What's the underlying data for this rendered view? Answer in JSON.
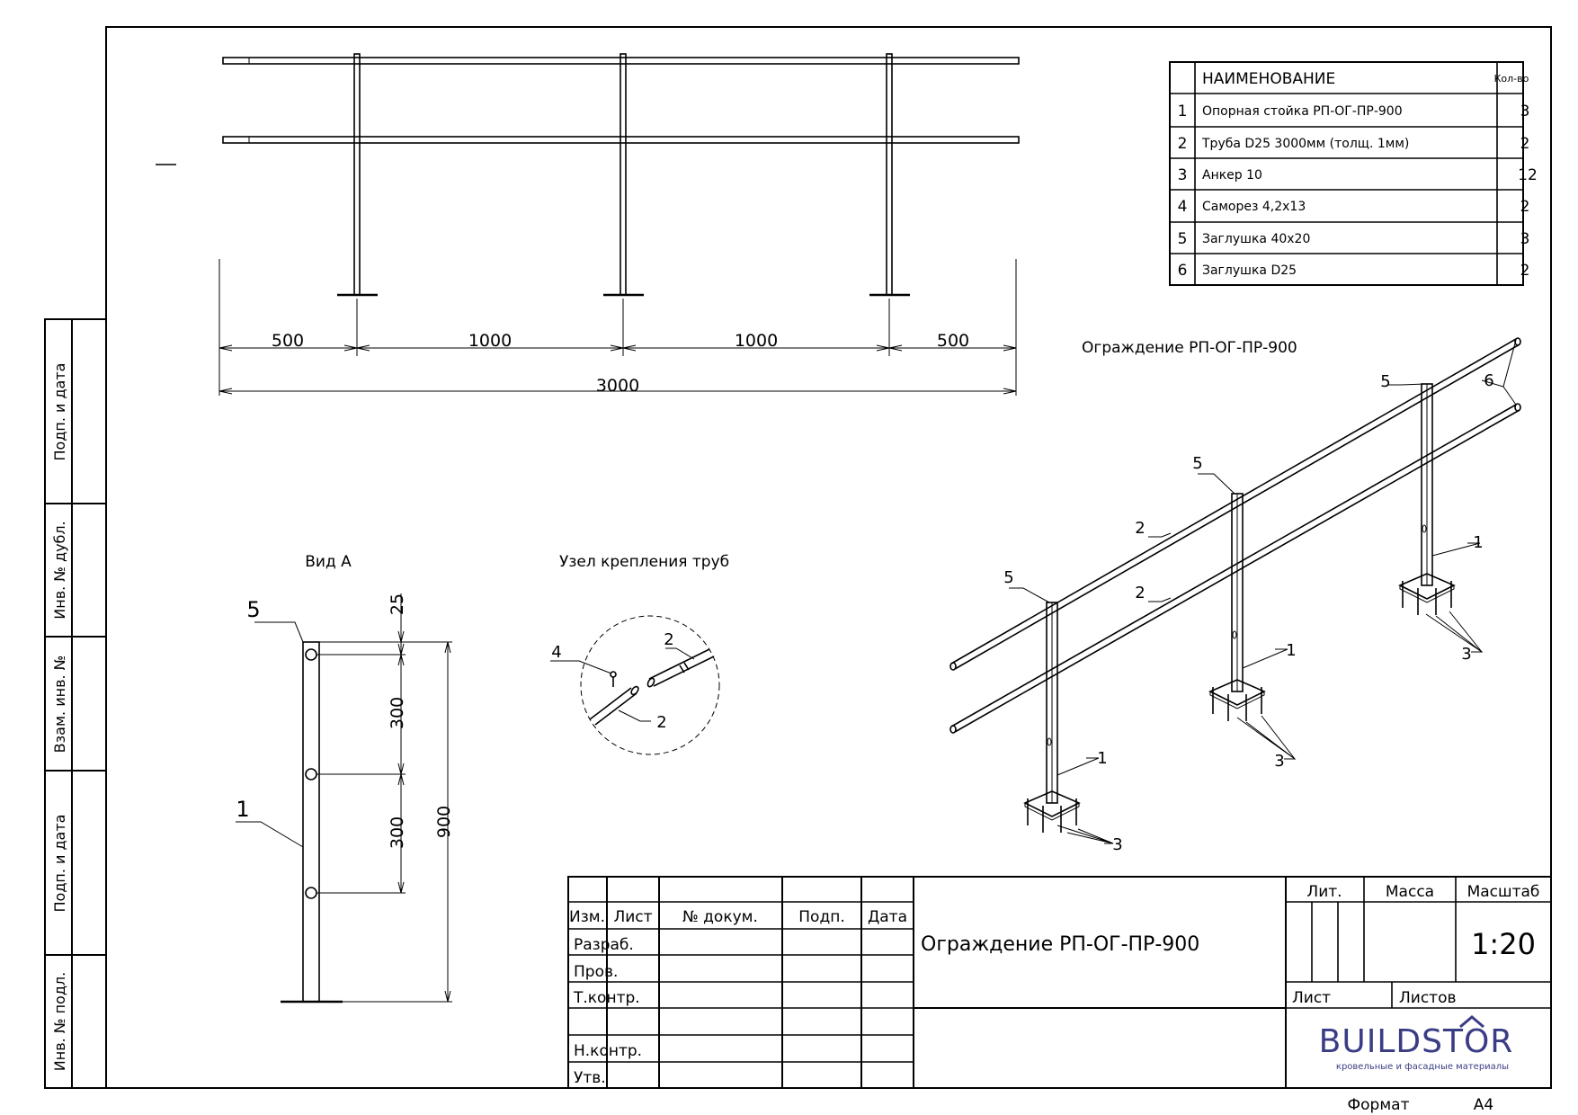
{
  "side_stamp": {
    "fields": [
      "Подп. и дата",
      "Инв. № дубл.",
      "Взам. инв. №",
      "Подп. и дата",
      "Инв. № подл."
    ]
  },
  "front_view": {
    "dimensions": [
      "500",
      "1000",
      "1000",
      "500"
    ],
    "total": "3000"
  },
  "parts_table": {
    "header": {
      "num": "",
      "name": "НАИМЕНОВАНИЕ",
      "qty": "Кол-во"
    },
    "rows": [
      {
        "num": "1",
        "name": "Опорная стойка РП-ОГ-ПР-900",
        "qty": "3"
      },
      {
        "num": "2",
        "name": "Труба D25 3000мм (толщ. 1мм)",
        "qty": "2"
      },
      {
        "num": "3",
        "name": "Анкер 10",
        "qty": "12"
      },
      {
        "num": "4",
        "name": "Саморез 4,2x13",
        "qty": "2"
      },
      {
        "num": "5",
        "name": "Заглушка 40x20",
        "qty": "3"
      },
      {
        "num": "6",
        "name": "Заглушка D25",
        "qty": "2"
      }
    ]
  },
  "iso_view": {
    "title": "Ограждение РП-ОГ-ПР-900",
    "callouts": {
      "c1a": "1",
      "c1b": "1",
      "c1c": "1",
      "c2a": "2",
      "c2b": "2",
      "c3a": "3",
      "c3b": "3",
      "c3c": "3",
      "c5a": "5",
      "c5b": "5",
      "c5c": "5",
      "c6": "6"
    }
  },
  "view_a": {
    "title": "Вид А",
    "callout_top": "5",
    "callout_post": "1",
    "dim_top": "25",
    "dim_mid1": "300",
    "dim_mid2": "300",
    "dim_total": "900"
  },
  "node_view": {
    "title": "Узел крепления труб",
    "callout_screw": "4",
    "callout_pipe_upper": "2",
    "callout_pipe_lower": "2"
  },
  "title_block": {
    "headers": {
      "izm": "Изм.",
      "list": "Лист",
      "doc": "№ докум.",
      "podp": "Подп.",
      "data": "Дата"
    },
    "roles": [
      "Разраб.",
      "Пров.",
      "Т.контр.",
      "",
      "Н.контр.",
      "Утв."
    ],
    "drawing_title": "Ограждение РП-ОГ-ПР-900",
    "lit_label": "Лит.",
    "mass_label": "Масса",
    "scale_label": "Масштаб",
    "scale_value": "1:20",
    "sheet_label": "Лист",
    "sheets_label": "Листов",
    "format_label": "Формат",
    "format_value": "A4"
  },
  "logo": {
    "name": "BUILDSTOR",
    "tagline": "кровельные и фасадные материалы",
    "color": "#3a3d84"
  }
}
